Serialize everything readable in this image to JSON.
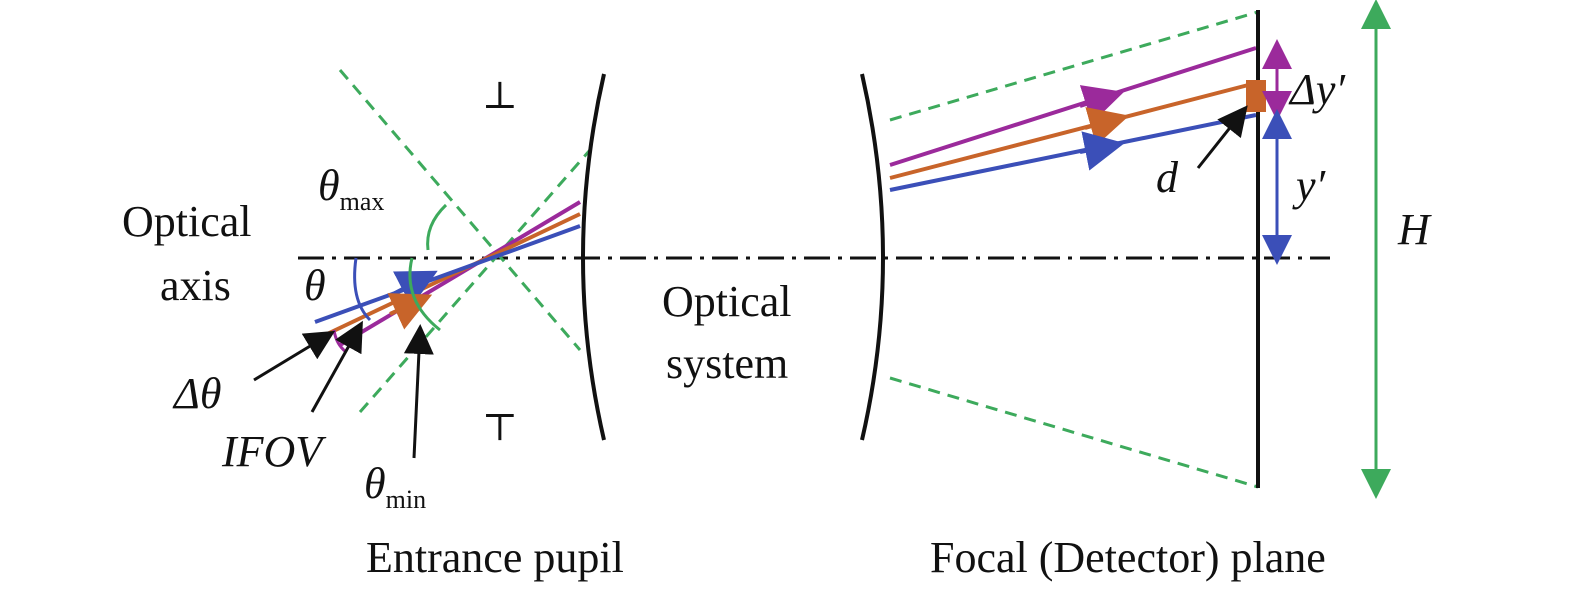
{
  "colors": {
    "magenta": "#9b2a9b",
    "orange": "#c8642a",
    "blue": "#3b4fb8",
    "green": "#3daa5c",
    "black": "#111111"
  },
  "labels": {
    "optical_axis_line1": "Optical",
    "optical_axis_line2": "axis",
    "optical_system_line1": "Optical",
    "optical_system_line2": "system",
    "entrance_pupil": "Entrance pupil",
    "focal_plane": "Focal (Detector) plane",
    "theta": "θ",
    "theta_max_sym": "θ",
    "theta_max_sub": "max",
    "theta_min_sym": "θ",
    "theta_min_sub": "min",
    "delta_theta": "Δθ",
    "ifov": "IFOV",
    "d": "d",
    "delta_y_prime": "Δy′",
    "y_prime": "y′",
    "H": "H",
    "pupil_top_mark": "⊥",
    "pupil_bottom_mark": "⊤"
  }
}
